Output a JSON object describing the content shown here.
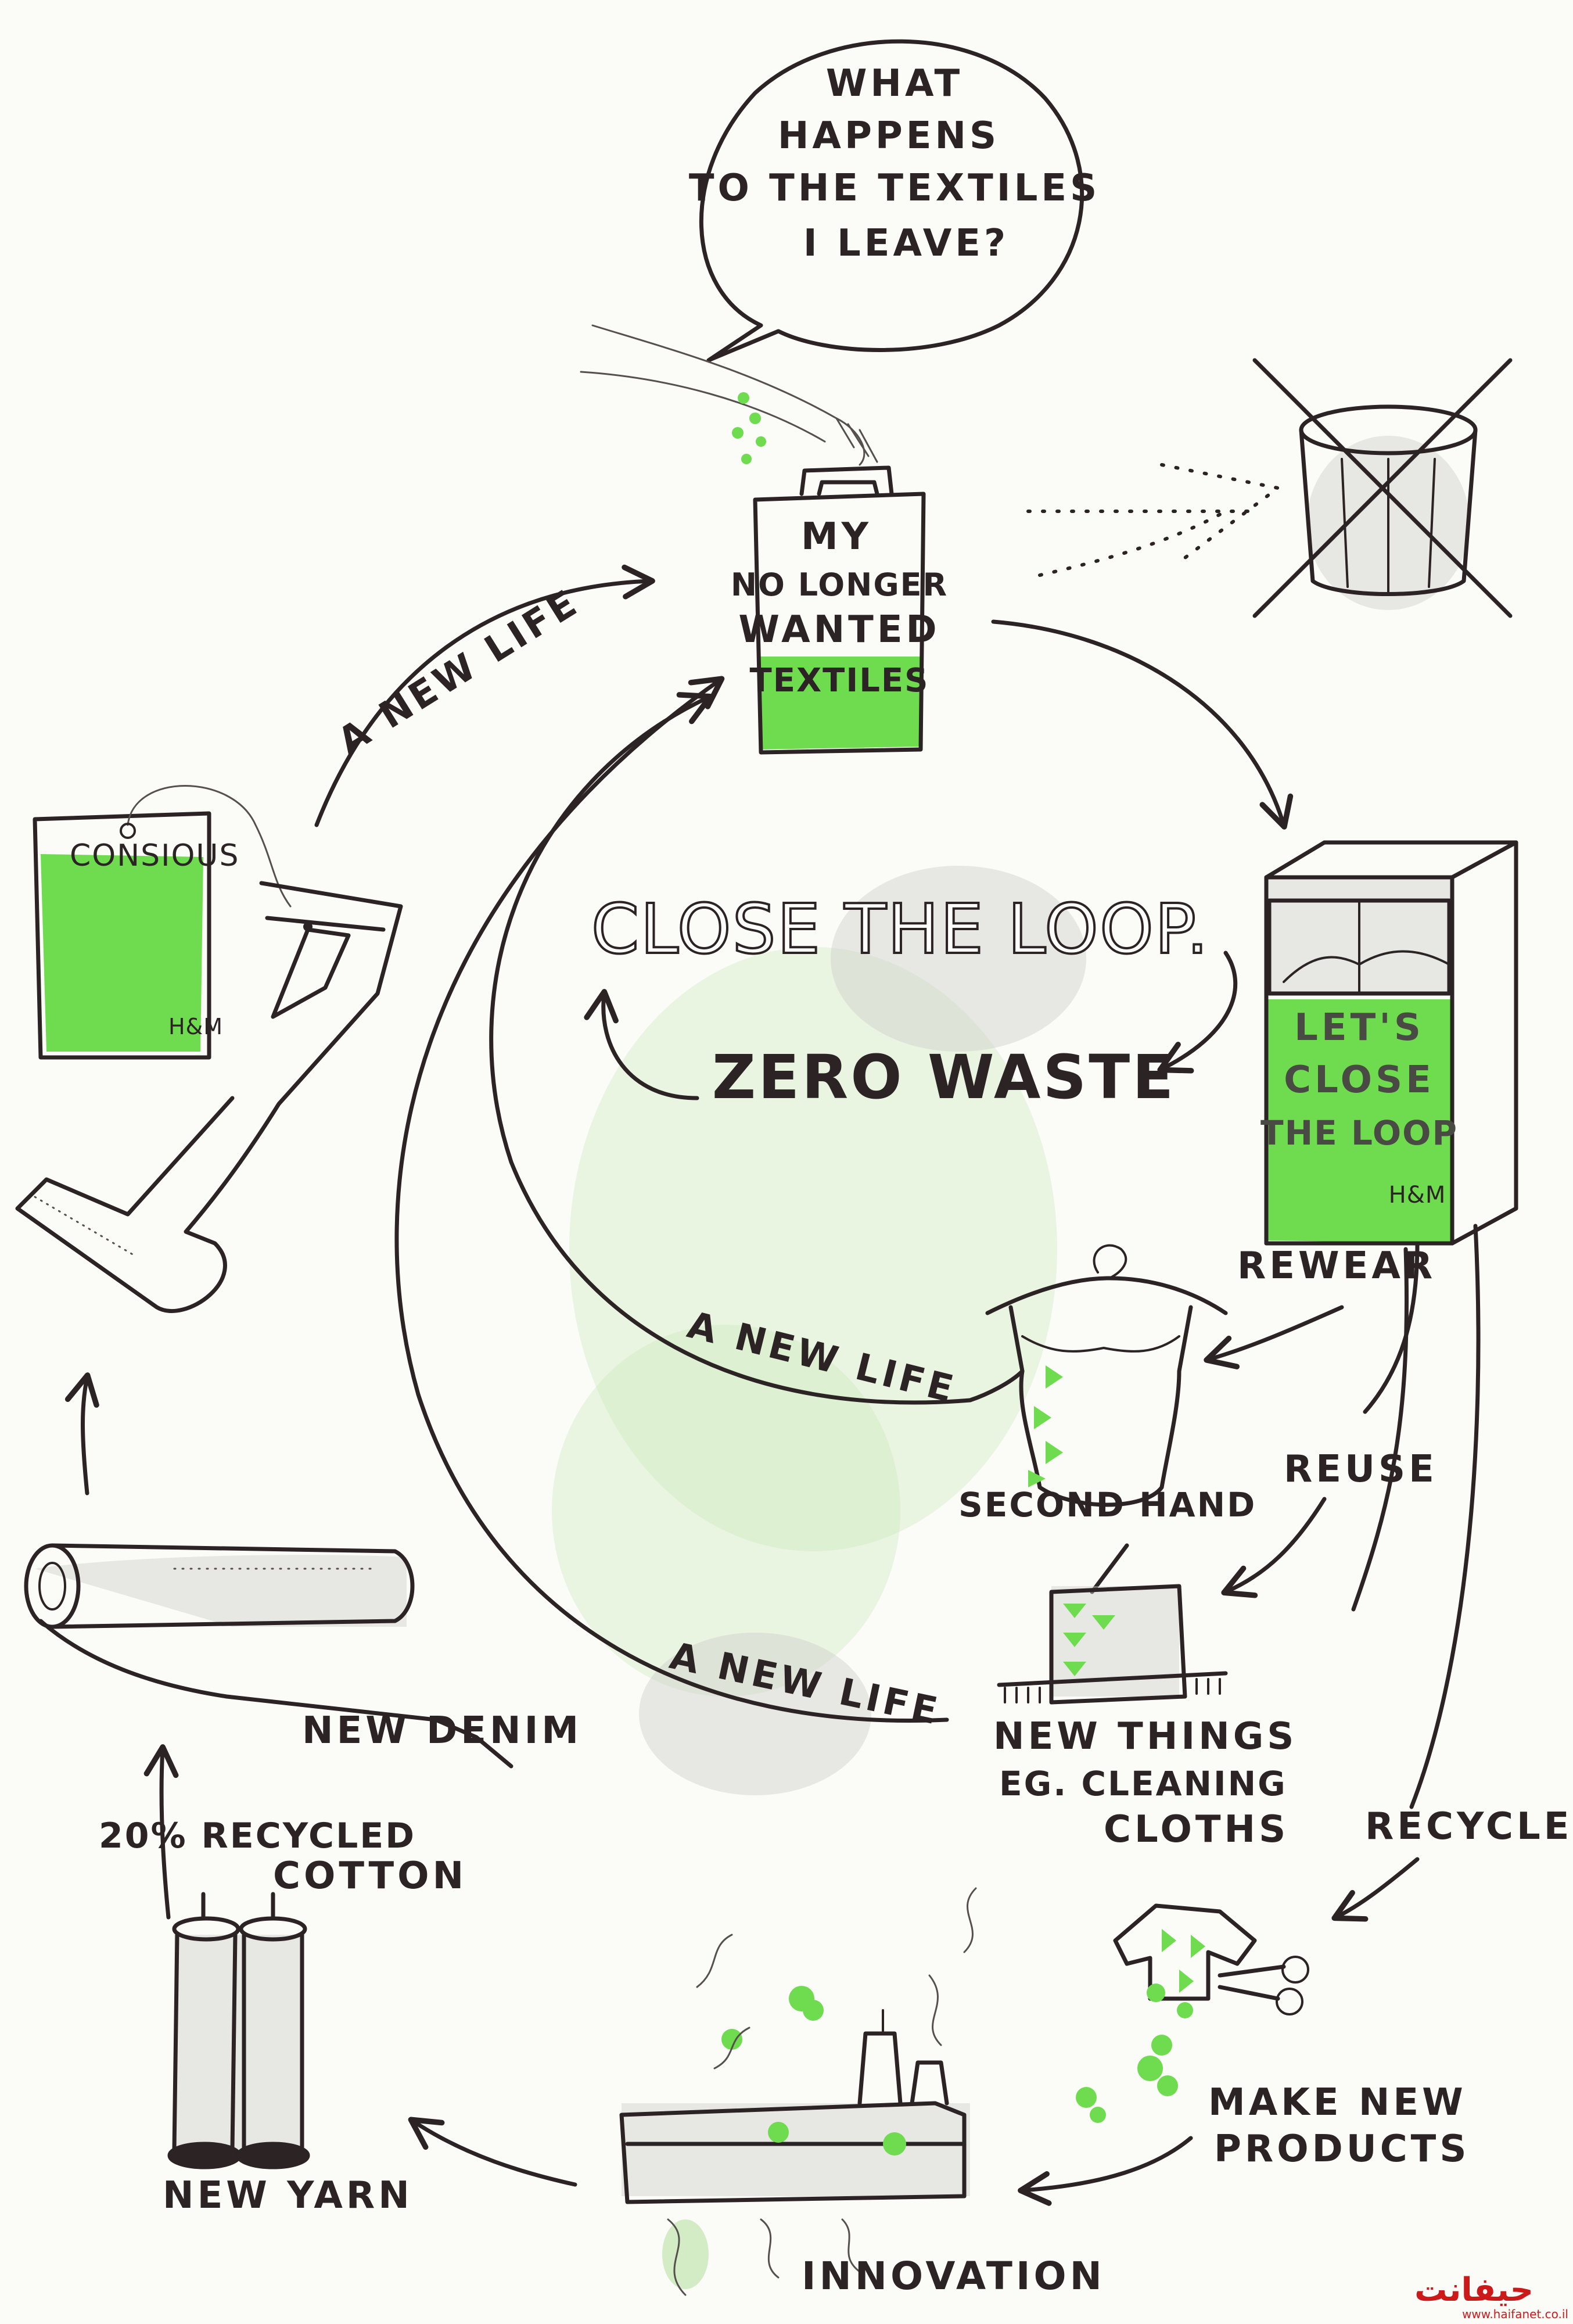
{
  "speech_bubble": {
    "line1": "WHAT",
    "line2": "HAPPENS",
    "line3": "TO THE TEXTILES",
    "line4": "I LEAVE?"
  },
  "bag": {
    "line1": "MY",
    "line2": "NO LONGER",
    "line3": "WANTED",
    "line4": "TEXTILES"
  },
  "center": {
    "title": "CLOSE THE LOOP.",
    "subtitle": "ZERO WASTE"
  },
  "collection_box": {
    "line1": "LET'S",
    "line2": "CLOSE",
    "line3": "THE LOOP",
    "brand": "H&M"
  },
  "tag": {
    "text": "CONSIOUS",
    "brand": "H&M"
  },
  "labels": {
    "rewear": "REWEAR",
    "second_hand": "SECOND HAND",
    "reuse": "REUSE",
    "new_things_1": "NEW THINGS",
    "new_things_2": "EG. CLEANING",
    "new_things_3": "CLOTHS",
    "recycle": "RECYCLE",
    "make_new_1": "MAKE NEW",
    "make_new_2": "PRODUCTS",
    "innovation": "INNOVATION",
    "new_yarn": "NEW YARN",
    "recycled_1": "20% RECYCLED",
    "recycled_2": "COTTON",
    "new_denim": "NEW DENIM",
    "new_life_top": "A NEW LIFE",
    "new_life_mid": "A NEW LIFE",
    "new_life_low": "A NEW LIFE"
  },
  "watermark": {
    "arabic": "حيفانت",
    "url": "www.haifanet.co.il"
  },
  "colors": {
    "ink": "#2b2324",
    "green": "#6fdc4f",
    "wash": "#c9e8b8"
  }
}
